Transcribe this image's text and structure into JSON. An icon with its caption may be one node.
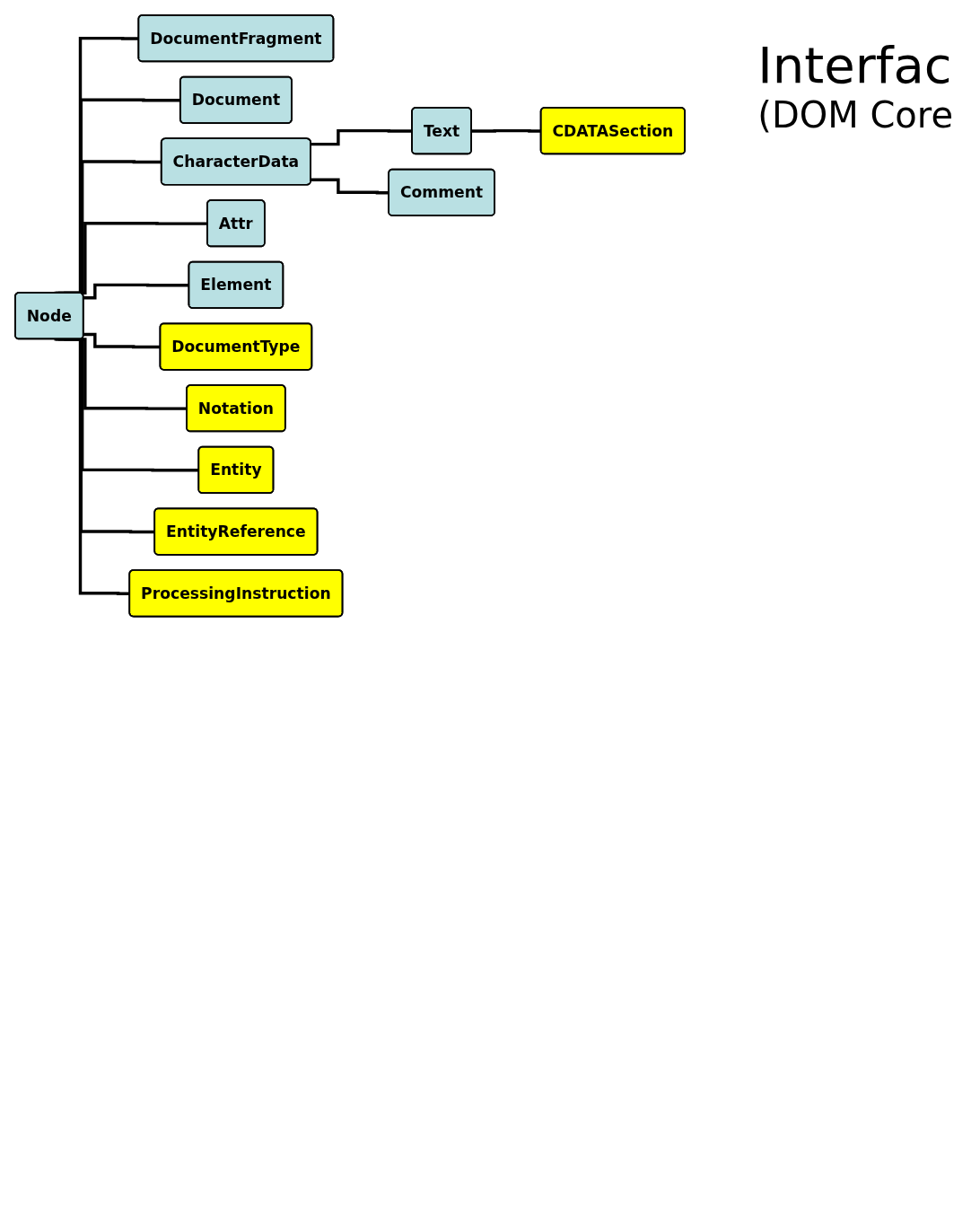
{
  "diagram": {
    "title": "Interfac",
    "nodes": [
      {
        "text": [
          "Node"
        ]
      },
      {
        "text": [
          "DocumentFragment"
        ]
      },
      {
        "text": [
          "Document"
        ]
      },
      {
        "text": [
          "CharacterData"
        ]
      },
      {
        "text": [
          "Text"
        ]
      },
      {
        "text": [
          "CDATASection"
        ]
      },
      {
        "text": [
          "Comment"
        ]
      },
      {
        "text": [
          "Attr"
        ]
      },
      {
        "text": [
          "Element"
        ]
      },
      {
        "text": [
          "DocumentType"
        ]
      },
      {
        "text": [
          "Notation"
        ]
      },
      {
        "text": [
          "Entity"
        ]
      },
      {
        "text": [
          "EntityReference"
        ]
      },
      {
        "text": [
          "ProcessingInstruction"
        ]
      }
    ],
    "edges": [
      {
        "from": 0,
        "to": 1,
        "arrow": "none"
      },
      {
        "from": 0,
        "to": 2,
        "arrow": "none"
      },
      {
        "from": 0,
        "to": 3,
        "arrow": "none"
      },
      {
        "from": 3,
        "to": 4,
        "arrow": "none"
      },
      {
        "from": 4,
        "to": 5,
        "arrow": "none"
      },
      {
        "from": 3,
        "to": 6,
        "arrow": "none"
      },
      {
        "from": 0,
        "to": 7,
        "arrow": "none"
      },
      {
        "from": 0,
        "to": 8,
        "arrow": "none"
      },
      {
        "from": 0,
        "to": 9,
        "arrow": "none"
      },
      {
        "from": 0,
        "to": 10,
        "arrow": "none"
      },
      {
        "from": 0,
        "to": 11,
        "arrow": "none"
      },
      {
        "from": 0,
        "to": 12,
        "arrow": "none"
      },
      {
        "from": 0,
        "to": 13,
        "arrow": "none"
      }
    ],
    "labels": [
      "(DOM Core"
    ]
  }
}
